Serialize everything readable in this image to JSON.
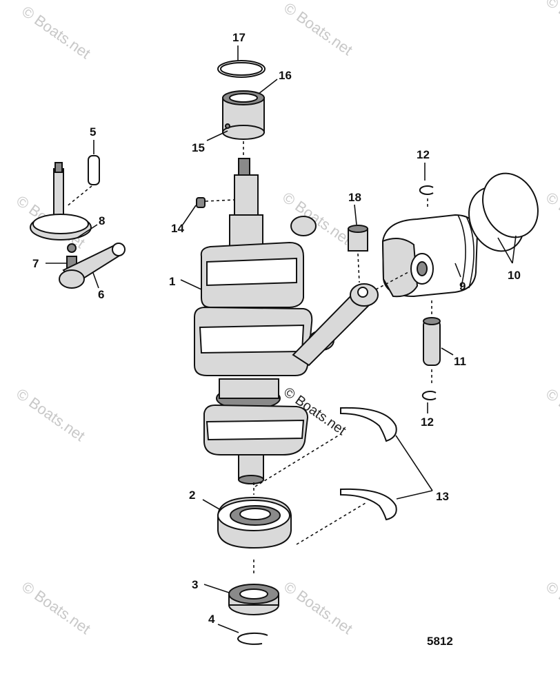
{
  "diagram": {
    "figure_number": "5812",
    "watermark": "© Boats.net",
    "callouts": [
      {
        "id": "c1",
        "label": "1"
      },
      {
        "id": "c2",
        "label": "2"
      },
      {
        "id": "c3",
        "label": "3"
      },
      {
        "id": "c4",
        "label": "4"
      },
      {
        "id": "c5",
        "label": "5"
      },
      {
        "id": "c6",
        "label": "6"
      },
      {
        "id": "c7",
        "label": "7"
      },
      {
        "id": "c8",
        "label": "8"
      },
      {
        "id": "c9",
        "label": "9"
      },
      {
        "id": "c10",
        "label": "10"
      },
      {
        "id": "c11",
        "label": "11"
      },
      {
        "id": "c12a",
        "label": "12"
      },
      {
        "id": "c12b",
        "label": "12"
      },
      {
        "id": "c13",
        "label": "13"
      },
      {
        "id": "c14",
        "label": "14"
      },
      {
        "id": "c15",
        "label": "15"
      },
      {
        "id": "c16",
        "label": "16"
      },
      {
        "id": "c17",
        "label": "17"
      },
      {
        "id": "c18",
        "label": "18"
      }
    ]
  }
}
